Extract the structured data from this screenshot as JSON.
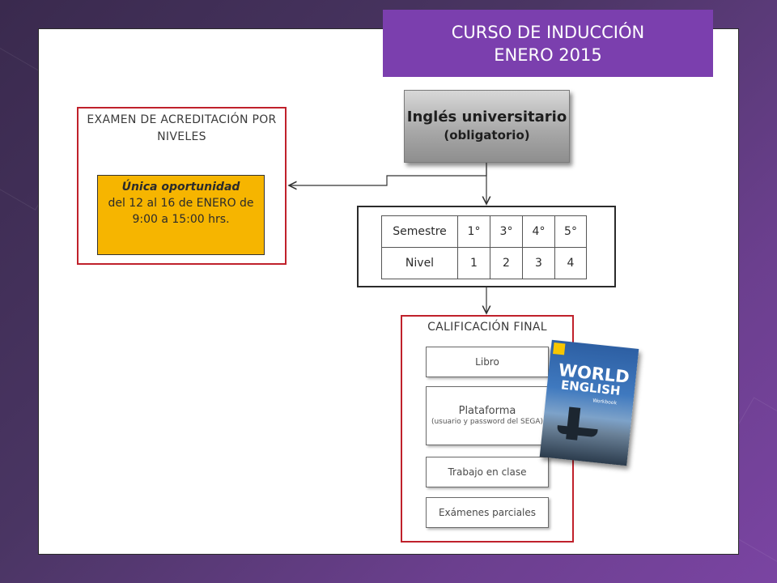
{
  "header": {
    "line1": "CURSO DE INDUCCIÓN",
    "line2": "ENERO 2015"
  },
  "course": {
    "title": "Inglés universitario",
    "subtitle": "(obligatorio)"
  },
  "exam": {
    "title": "EXAMEN DE ACREDITACIÓN POR NIVELES",
    "highlight": "Única oportunidad",
    "dates": "del 12 al 16 de ENERO de 9:00 a 15:00 hrs."
  },
  "levels_table": {
    "rows": [
      [
        "Semestre",
        "1°",
        "3°",
        "4°",
        "5°"
      ],
      [
        "Nivel",
        "1",
        "2",
        "3",
        "4"
      ]
    ]
  },
  "grading": {
    "title": "CALIFICACIÓN FINAL",
    "items": [
      {
        "label": "Libro",
        "note": ""
      },
      {
        "label": "Plataforma",
        "note": "(usuario y password del SEGA)"
      },
      {
        "label": "Trabajo en clase",
        "note": ""
      },
      {
        "label": "Exámenes parciales",
        "note": ""
      }
    ]
  },
  "book": {
    "title_line1": "WORLD",
    "title_line2": "ENGLISH",
    "edition": "Workbook",
    "icon": "book-cover-image"
  },
  "colors": {
    "title_bg": "#7b3fae",
    "red_border": "#c0212b",
    "highlight_yellow": "#f6b500"
  }
}
